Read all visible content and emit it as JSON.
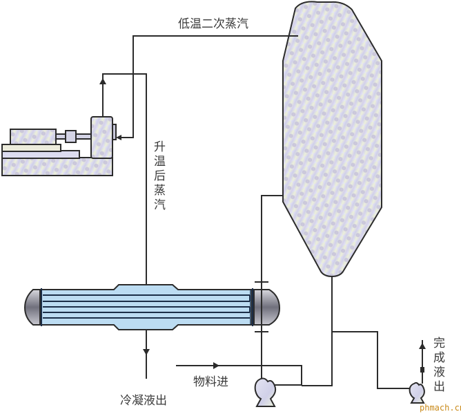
{
  "diagram": {
    "type": "MVR evaporation process flow",
    "labels": {
      "secondary_steam": "低温二次蒸汽",
      "heated_steam": "升温后蒸汽",
      "condensate_out": "冷凝液出",
      "feed_in": "物料进",
      "product_out": "完成液出"
    },
    "watermark": "phmach.cn",
    "components": [
      {
        "id": "compressor",
        "name": "Vapor compressor"
      },
      {
        "id": "separator",
        "name": "Separator / evaporator vessel"
      },
      {
        "id": "heat-exchanger",
        "name": "Shell-and-tube heat exchanger"
      },
      {
        "id": "circulation-pump",
        "name": "Circulation pump"
      },
      {
        "id": "discharge-pump",
        "name": "Discharge pump"
      }
    ],
    "colors": {
      "line": "#2b2b2b",
      "vessel_fill": "#dcdcef",
      "exchanger_fill": "#bcdcf2",
      "head_fill": "#8a8a96",
      "watermark": "#c98a1a"
    }
  }
}
